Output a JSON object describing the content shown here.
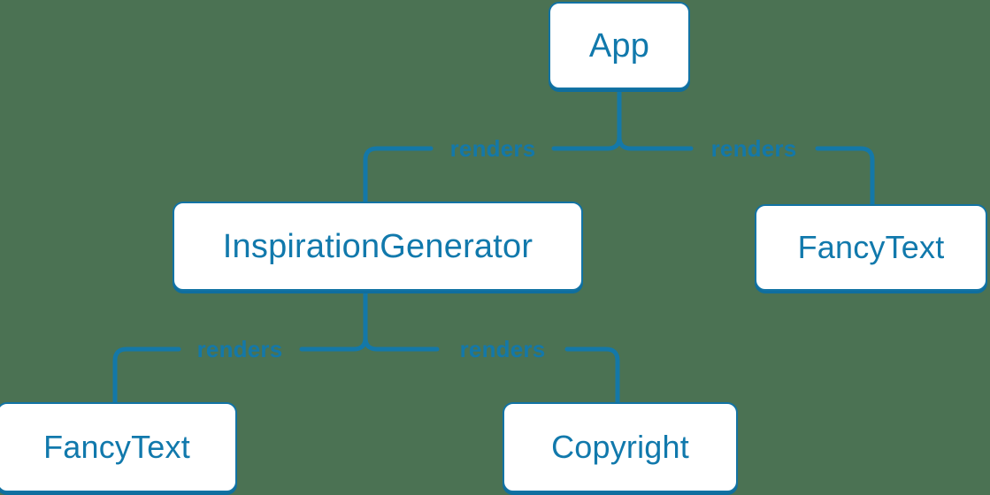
{
  "diagram": {
    "type": "component-tree",
    "background_color": "#4b7253",
    "node_fill": "#ffffff",
    "node_border_color": "#1273a4",
    "node_text_color": "#1179ac",
    "edge_color": "#1478a8",
    "edge_label_color": "#1478a8",
    "nodes": [
      {
        "id": "app",
        "label": "App"
      },
      {
        "id": "inspirationgenerator",
        "label": "InspirationGenerator"
      },
      {
        "id": "fancytext-right",
        "label": "FancyText"
      },
      {
        "id": "fancytext-left",
        "label": "FancyText"
      },
      {
        "id": "copyright",
        "label": "Copyright"
      }
    ],
    "edges": [
      {
        "id": "app-inspirationgenerator",
        "from": "App",
        "to": "InspirationGenerator",
        "label": "renders"
      },
      {
        "id": "app-fancytext",
        "from": "App",
        "to": "FancyText",
        "label": "renders"
      },
      {
        "id": "ig-fancytext",
        "from": "InspirationGenerator",
        "to": "FancyText",
        "label": "renders"
      },
      {
        "id": "ig-copyright",
        "from": "InspirationGenerator",
        "to": "Copyright",
        "label": "renders"
      }
    ]
  }
}
